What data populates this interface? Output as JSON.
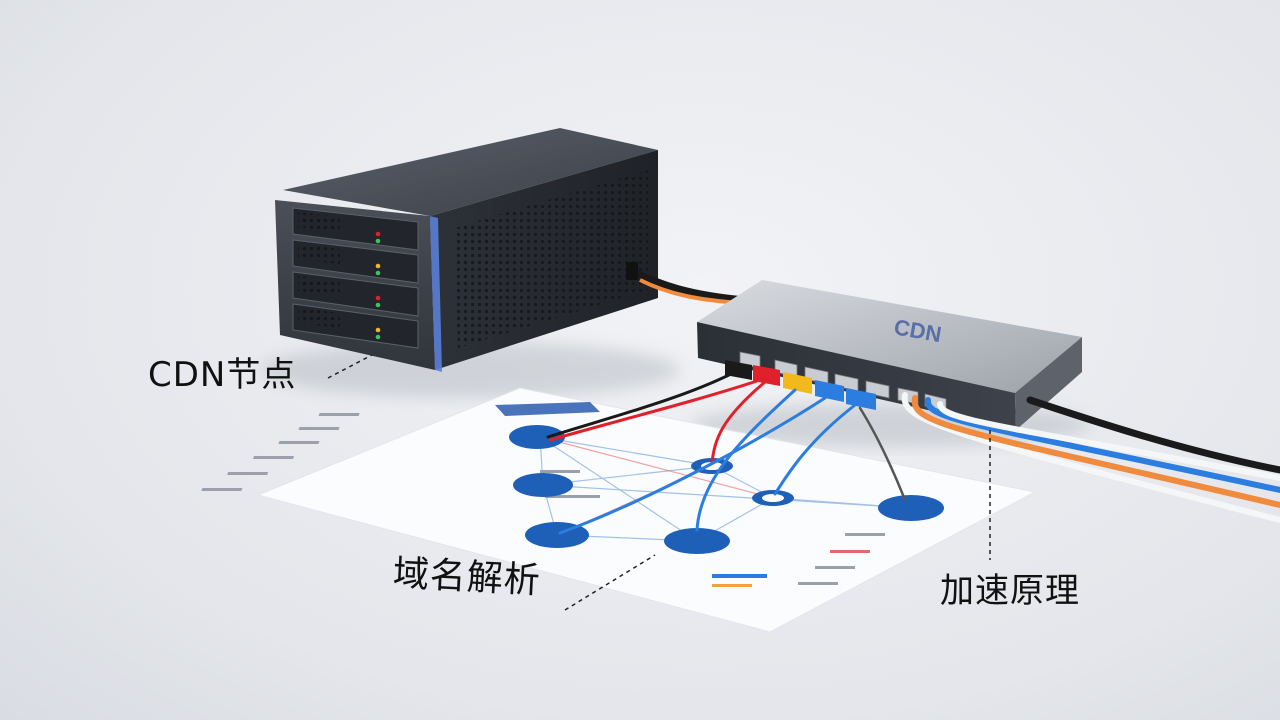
{
  "labels": {
    "cdn_node": "CDN节点",
    "dns_resolution": "域名解析",
    "acceleration_principle": "加速原理"
  },
  "device": {
    "brand_text": "CDN"
  },
  "colors": {
    "background": "#e6e8ec",
    "server_body": "#3a3f48",
    "switch_body": "#4a4e56",
    "node_blue": "#1e5fb8",
    "cable_red": "#e0202a",
    "cable_yellow": "#f2b81c",
    "cable_blue": "#2b7de0",
    "cable_orange": "#f08a3c",
    "cable_black": "#1a1a1a"
  }
}
